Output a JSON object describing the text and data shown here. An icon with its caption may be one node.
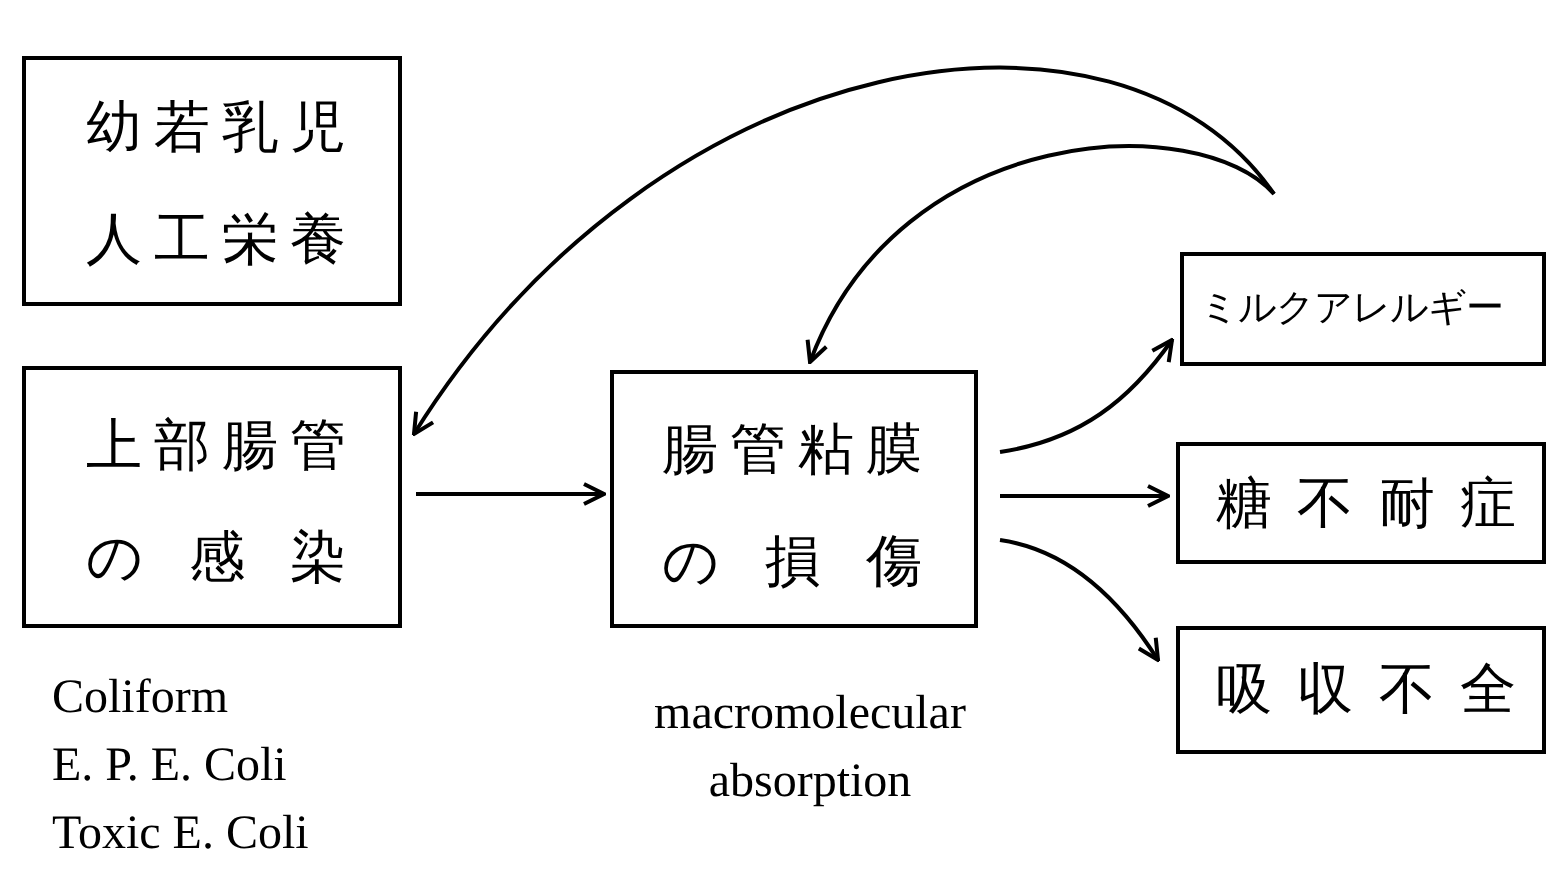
{
  "diagram": {
    "nodes": [
      {
        "text": [
          "幼若乳児人工栄養"
        ]
      },
      {
        "text": [
          "上部腸管の感染"
        ],
        "beside": [
          "Coliform",
          "E. P. E. Coli",
          "Toxic E. Coli"
        ]
      },
      {
        "text": [
          "腸管粘膜の損傷"
        ],
        "beside": [
          "macromolecular absorption"
        ]
      },
      {
        "text": [
          "ミルクアレルギー"
        ]
      },
      {
        "text": [
          "糖不耐症"
        ]
      },
      {
        "text": [
          "吸収不全"
        ]
      }
    ],
    "edges": [
      {
        "from": 1,
        "to": 2,
        "arrow": "to"
      },
      {
        "from": 2,
        "to": 3,
        "arrow": "to"
      },
      {
        "from": 2,
        "to": 4,
        "arrow": "to"
      },
      {
        "from": 2,
        "to": 5,
        "arrow": "to"
      },
      {
        "from": null,
        "to": 1,
        "arrow": "to"
      },
      {
        "from": null,
        "to": 2,
        "arrow": "to"
      }
    ]
  }
}
